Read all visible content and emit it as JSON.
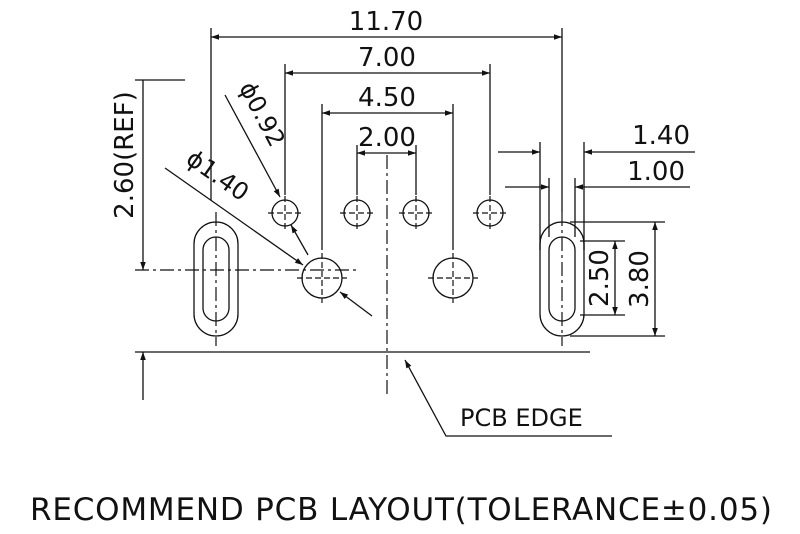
{
  "dimensions": {
    "overall_width": "11.70",
    "small_hole_span": "7.00",
    "large_hole_span": "4.50",
    "inner_hole_span": "2.00",
    "slot_outer_width": "1.40",
    "slot_inner_width": "1.00",
    "slot_inner_length": "2.50",
    "slot_outer_length": "3.80",
    "ref_height": "2.60(REF)",
    "small_hole_diameter": "ϕ0.92",
    "large_hole_diameter": "ϕ1.40"
  },
  "labels": {
    "pcb_edge": "PCB EDGE",
    "title": "RECOMMEND PCB LAYOUT(TOLERANCE±0.05)"
  }
}
